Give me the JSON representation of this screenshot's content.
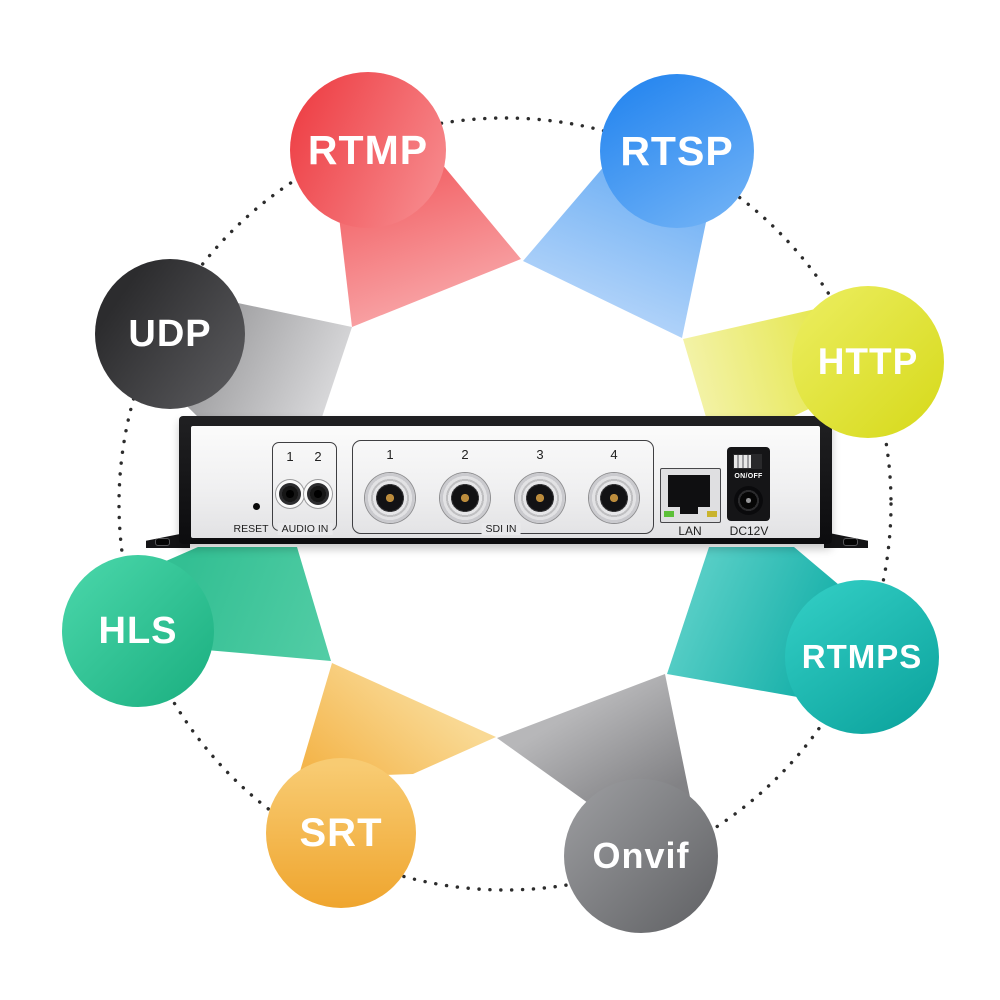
{
  "diagram": {
    "background_color": "#ffffff",
    "orbit": {
      "style": "dotted-circle",
      "dot_color": "#2c2c2c"
    },
    "protocols": [
      {
        "id": "rtmp",
        "label": "RTMP",
        "position": "top-left",
        "circle_color": "#ee4147",
        "beam_color": "#f58d8f"
      },
      {
        "id": "rtsp",
        "label": "RTSP",
        "position": "top-right",
        "circle_color": "#2b89f0",
        "beam_color": "#9cc8f8"
      },
      {
        "id": "udp",
        "label": "UDP",
        "position": "left",
        "circle_color": "#39393b",
        "beam_color": "#bcbcbe"
      },
      {
        "id": "http",
        "label": "HTTP",
        "position": "right",
        "circle_color": "#dfe12f",
        "beam_color": "#eeeda0"
      },
      {
        "id": "hls",
        "label": "HLS",
        "position": "bottom-left",
        "circle_color": "#2fc094",
        "beam_color": "#41c79c"
      },
      {
        "id": "rtmps",
        "label": "RTMPS",
        "position": "bottom-right",
        "circle_color": "#13b0a9",
        "beam_color": "#3fc4bc"
      },
      {
        "id": "srt",
        "label": "SRT",
        "position": "bottom-left-low",
        "circle_color": "#f3b148",
        "beam_color": "#f8d68c"
      },
      {
        "id": "onvif",
        "label": "Onvif",
        "position": "bottom-right-low",
        "circle_color": "#7e7f82",
        "beam_color": "#a5a5a7"
      }
    ]
  },
  "device": {
    "type": "encoder-rear-panel",
    "reset_label": "RESET",
    "audio_in": {
      "group_label": "AUDIO IN",
      "ports": [
        "1",
        "2"
      ]
    },
    "sdi_in": {
      "group_label": "SDI  IN",
      "ports": [
        "1",
        "2",
        "3",
        "4"
      ]
    },
    "lan_label": "LAN",
    "lan_led_colors": [
      "#5cc038",
      "#c9b42e"
    ],
    "power_switch_label": "ON/OFF",
    "power_jack_label": "DC12V"
  }
}
